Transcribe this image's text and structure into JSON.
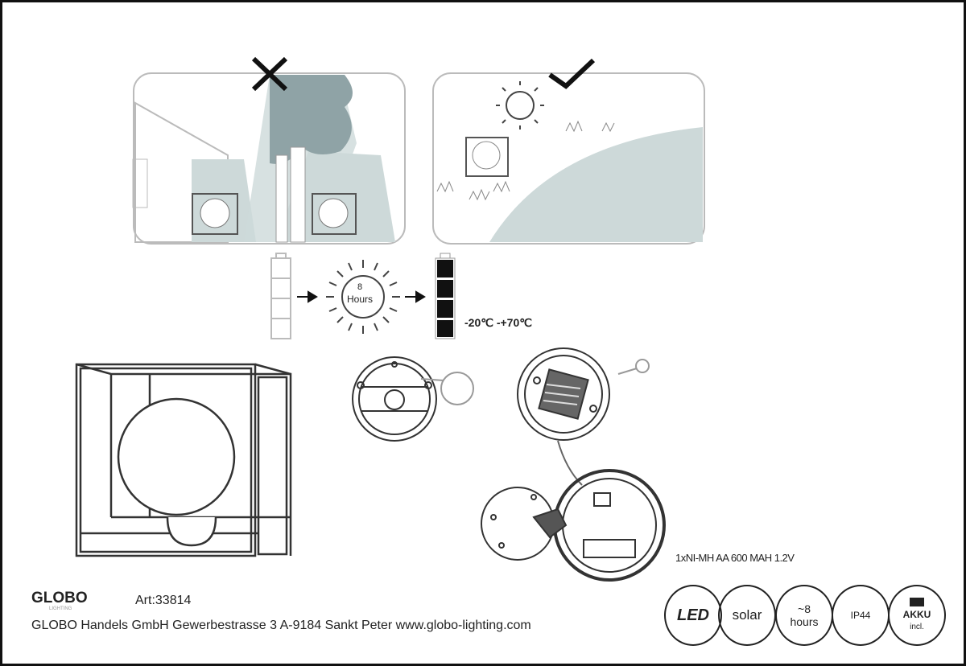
{
  "brand": {
    "logo": "GLOBO",
    "logo_sub": "LIGHTING"
  },
  "article": "Art:33814",
  "address": "GLOBO Handels GmbH  Gewerbestrasse 3  A-9184 Sankt Peter www.globo-lighting.com",
  "charging": {
    "sun_hours": "8",
    "sun_label": "Hours",
    "temperature_range": "-20℃ -+70℃"
  },
  "battery_spec": "1xNI-MH AA 600 MAH 1.2V",
  "badges": [
    {
      "line1": "LED",
      "line2": ""
    },
    {
      "line1": "solar",
      "line2": ""
    },
    {
      "line1": "~8",
      "line2": "hours"
    },
    {
      "line1": "IP44",
      "line2": ""
    },
    {
      "line1": "AKKU",
      "line2": "incl."
    }
  ],
  "colors": {
    "shade": "#8fa3a6",
    "light_shade": "#cdd9d9",
    "ink": "#222222"
  }
}
